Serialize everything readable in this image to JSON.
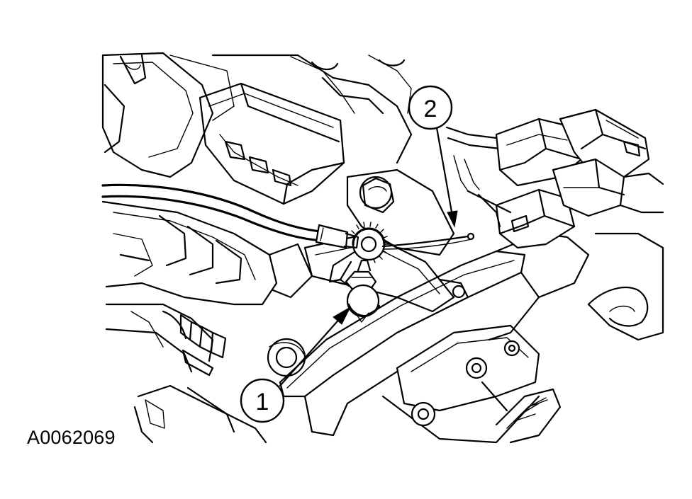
{
  "figure": {
    "id_label": "A0062069"
  },
  "callouts": [
    {
      "number": "1",
      "target": "bracket-nut"
    },
    {
      "number": "2",
      "target": "cable-end"
    }
  ]
}
